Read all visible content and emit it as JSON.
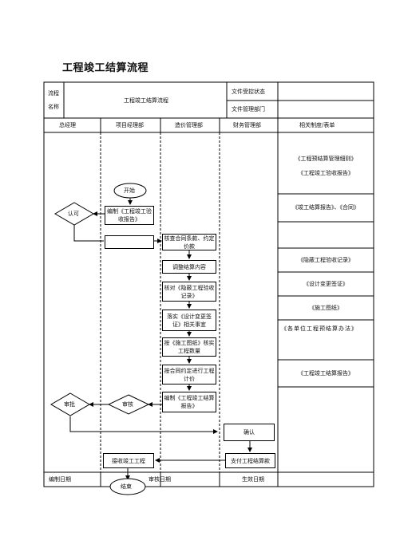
{
  "title": "工程竣工结算流程",
  "header": {
    "process_label_1": "流程",
    "process_label_2": "名称",
    "process_name": "工程竣工结算流程",
    "file_status_label": "文件受控状态",
    "file_dept_label": "文件管理部门"
  },
  "columns": [
    "总经理",
    "项目经理部",
    "造价管理部",
    "财务管理部",
    "相关制度/表单"
  ],
  "nodes": {
    "start": "开始",
    "compile_report": "编制《工程竣工验收报告》",
    "approve_gm": "认可",
    "check_contract": "核查合同条款、约定价款",
    "adjust_content": "调整结算内容",
    "verify_acceptance": "核对《隐蔽工程验收记录》",
    "implement_change": "落实《设计变更签证》相关事宜",
    "verify_quantity": "按《施工图纸》核实工程数量",
    "contract_pricing": "按合同约定进行工程计价",
    "compile_settlement": "编制《工程竣工结算报告》",
    "review": "审核",
    "approve": "审批",
    "confirm": "确认",
    "receive": "接收竣工工程",
    "pay": "支付工程结算款",
    "end": "结束"
  },
  "regulations": [
    "《工程预结算管理细则》",
    "《工程竣工验收报告》",
    "《竣工结算报告》、《合同》",
    "《隐蔽工程验收记录》",
    "《设计变更签证》",
    "《施工图纸》",
    "《各单位工程预结算办法》",
    "《工程竣工结算报告》"
  ],
  "footer": {
    "prepared_date": "编制日期",
    "review_date": "审核日期",
    "effective_date": "生效日期"
  }
}
